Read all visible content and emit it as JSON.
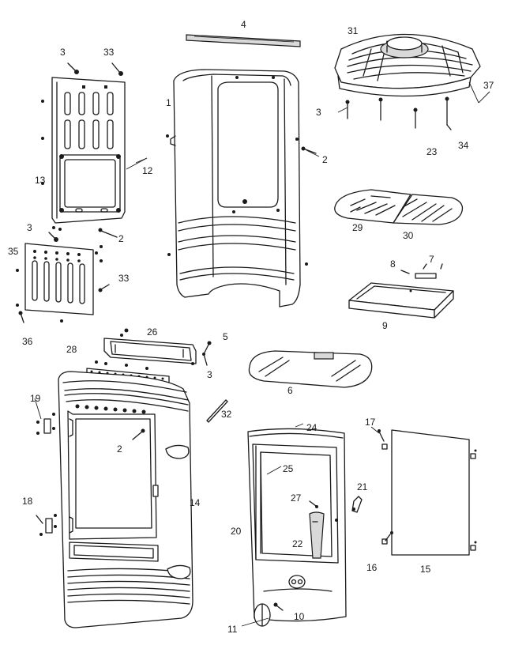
{
  "diagram": {
    "callouts": {
      "p1": "1",
      "p2a": "2",
      "p2b": "2",
      "p2c": "2",
      "p3a": "3",
      "p3b": "3",
      "p3c": "3",
      "p3d": "3",
      "p4": "4",
      "p5": "5",
      "p6": "6",
      "p7": "7",
      "p8": "8",
      "p9": "9",
      "p10": "10",
      "p11": "11",
      "p12": "12",
      "p13": "13",
      "p14": "14",
      "p15": "15",
      "p16": "16",
      "p17": "17",
      "p18": "18",
      "p19": "19",
      "p20": "20",
      "p21": "21",
      "p22": "22",
      "p23": "23",
      "p24": "24",
      "p25": "25",
      "p26": "26",
      "p27": "27",
      "p28": "28",
      "p29": "29",
      "p30": "30",
      "p31": "31",
      "p32": "32",
      "p33a": "33",
      "p33b": "33",
      "p34": "34",
      "p35": "35",
      "p36": "36",
      "p37": "37"
    }
  }
}
